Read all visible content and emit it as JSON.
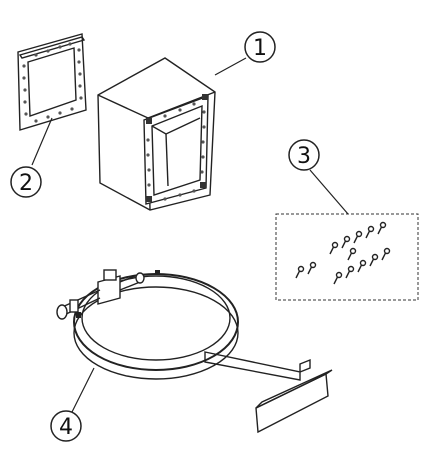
{
  "callouts": [
    {
      "number": "1",
      "part": "housing-box"
    },
    {
      "number": "2",
      "part": "flange-frame"
    },
    {
      "number": "3",
      "part": "bolt-kit"
    },
    {
      "number": "4",
      "part": "ring-clamp-bracket"
    }
  ],
  "colors": {
    "ink": "#222222",
    "background": "#ffffff"
  }
}
